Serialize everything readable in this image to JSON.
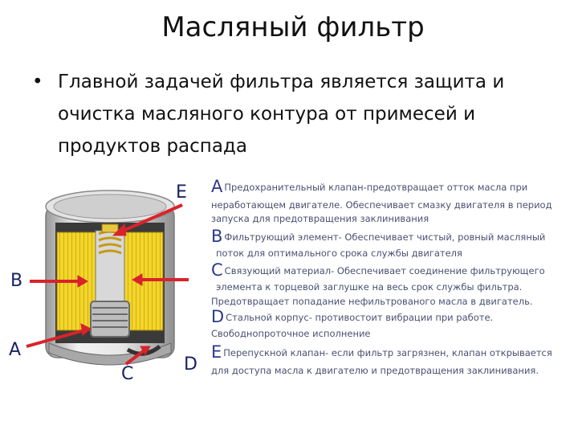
{
  "slide": {
    "title": "Масляный фильтр",
    "bullet": "Главной задачей фильтра является защита и очистка масляного контура от примесей и продуктов распада",
    "bullet_marker": "•"
  },
  "figure": {
    "labels": {
      "a": "A",
      "b": "B",
      "c": "C",
      "d": "D",
      "e": "E"
    },
    "colors": {
      "arrow": "#d8232a",
      "element": "#f2d21a",
      "label": "#1a2260",
      "housing": "#dcdcdc"
    }
  },
  "legend": [
    {
      "key": "A",
      "text": "Предохранительный клапан-предотвращает отток масла при"
    },
    {
      "key": "",
      "text": "неработающем двигателе. Обеспечивает смазку двигателя в период"
    },
    {
      "key": "",
      "text": "запуска для предотвращения заклинивания"
    },
    {
      "key": "B",
      "text": "Фильтрующий элемент- Обеспечивает чистый, ровный масляный"
    },
    {
      "key": "",
      "text": "поток для оптимального срока службы двигателя"
    },
    {
      "key": "C",
      "text": "Связующий материал- Обеспечивает соединение фильтрующего"
    },
    {
      "key": "",
      "text": "элемента к торцевой заглушке на весь срок службы фильтра."
    },
    {
      "key": "",
      "text": "Предотвращает попадание нефильтрованого масла в двигатель."
    },
    {
      "key": "D",
      "text": "Стальной корпус- противостоит вибрации при работе."
    },
    {
      "key": "",
      "text": "Свободнопроточное исполнение"
    },
    {
      "key": "E",
      "text": "Перепускной клапан- если фильтр загрязнен, клапан открывается"
    },
    {
      "key": "",
      "text": "для доступа масла к двигателю и предотвращения заклинивания."
    }
  ]
}
